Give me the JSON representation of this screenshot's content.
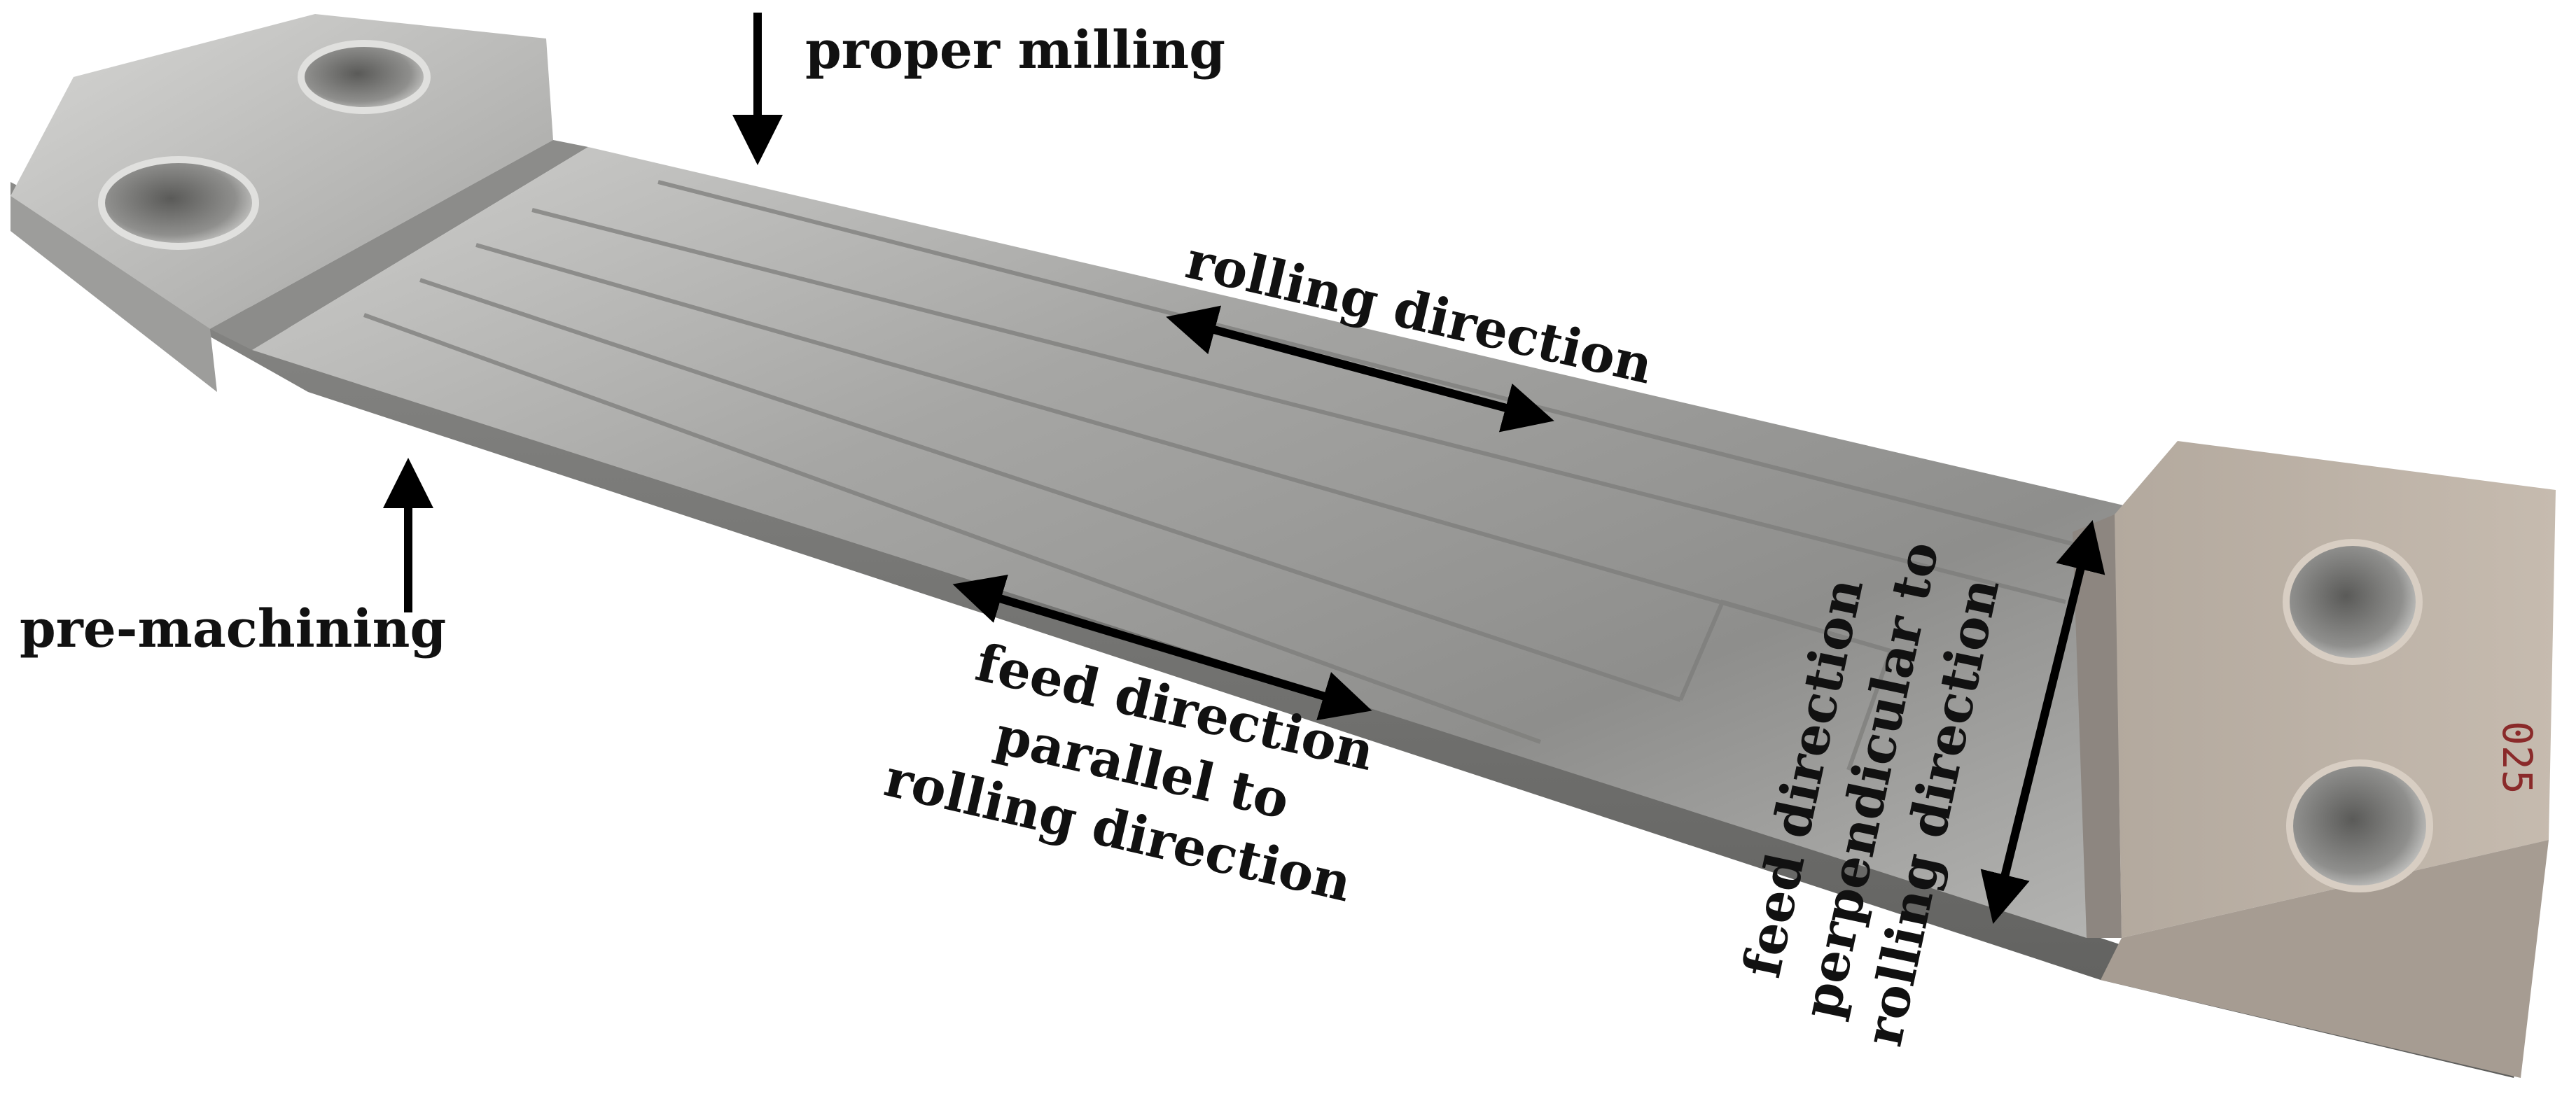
{
  "annotations": {
    "proper_milling": "proper milling",
    "pre_machining": "pre-machining",
    "rolling_direction": "rolling direction",
    "feed_parallel": [
      "feed direction",
      "parallel to",
      "rolling direction"
    ],
    "feed_perpendicular": [
      "feed direction",
      "perpendicular to",
      "rolling direction"
    ]
  },
  "part_marking": "025",
  "colors": {
    "label": "#111111",
    "arrow": "#000000",
    "metal_light": "#c7c7c5",
    "metal_mid": "#a9a9a7",
    "metal_dark": "#7c7c7a",
    "tab_right": "#b9aea2"
  }
}
